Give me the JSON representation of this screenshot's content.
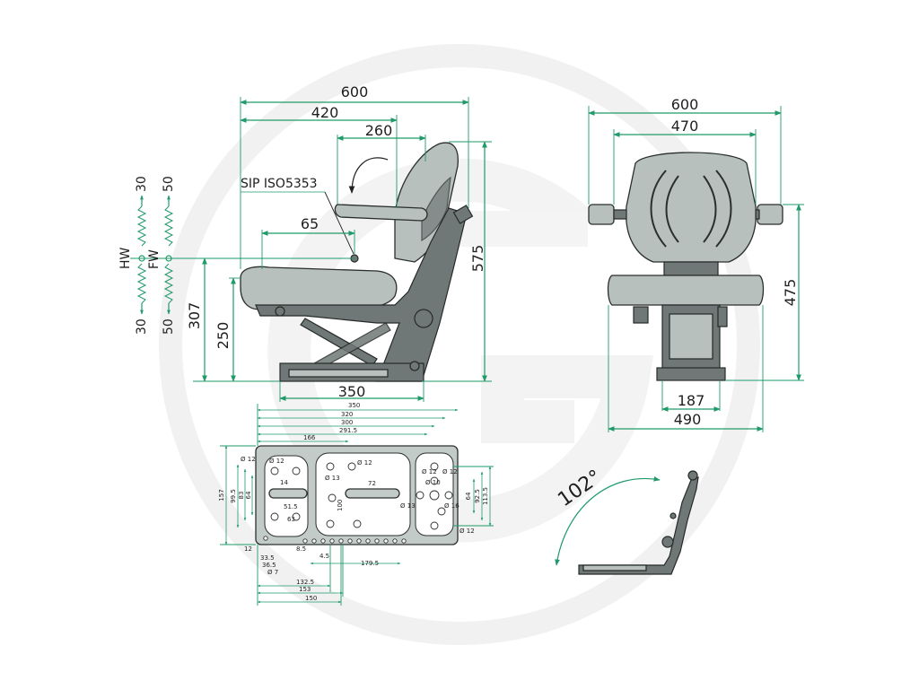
{
  "side_view": {
    "dim_600": "600",
    "dim_420": "420",
    "dim_260": "260",
    "dim_65": "65",
    "dim_575": "575",
    "dim_350": "350",
    "dim_307": "307",
    "dim_250": "250",
    "label_sip": "SIP ISO5353",
    "hw_label": "HW",
    "fw_label": "FW",
    "hw_up": "30",
    "hw_down": "30",
    "fw_up": "50",
    "fw_down": "50"
  },
  "front_view": {
    "dim_600": "600",
    "dim_470": "470",
    "dim_475": "475",
    "dim_187": "187",
    "dim_490": "490"
  },
  "recline_view": {
    "angle": "102°"
  },
  "base_plate": {
    "top_dims": [
      "350",
      "320",
      "300",
      "291.5"
    ],
    "dim_166": "166",
    "left_dims": [
      "157",
      "99.5",
      "83",
      "64"
    ],
    "right_dims": [
      "64",
      "92.5",
      "113.5"
    ],
    "hole_labels": [
      "Ø 12",
      "Ø 12",
      "Ø 13",
      "Ø 12",
      "Ø 12",
      "Ø 12",
      "Ø 10",
      "Ø 16",
      "Ø 13",
      "Ø 12"
    ],
    "inner_labels": [
      "14",
      "51.5",
      "72",
      "100",
      "63"
    ],
    "bottom_dims": [
      "12",
      "33.5",
      "36.5",
      "Ø 7",
      "8.5",
      "4.5",
      "179.5",
      "132.5",
      "153",
      "150"
    ]
  }
}
